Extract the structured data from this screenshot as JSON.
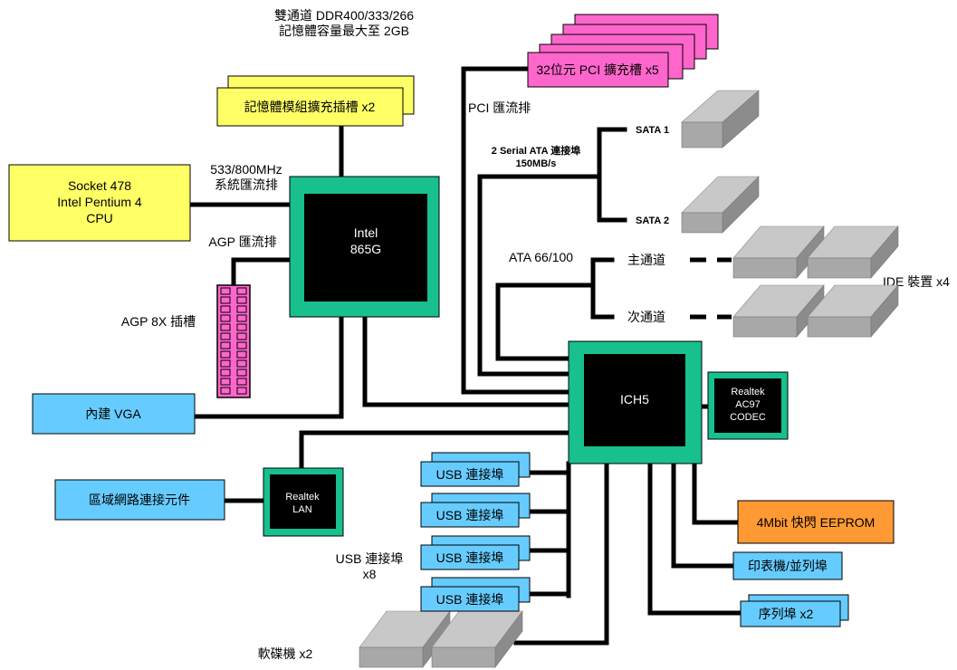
{
  "memory_note": {
    "line1": "雙通道 DDR400/333/266",
    "line2": "記憶體容量最大至 2GB"
  },
  "memory_slots": "記憶體模組擴充插槽 x2",
  "cpu": {
    "line1": "Socket 478",
    "line2": "Intel Pentium 4",
    "line3": "CPU"
  },
  "system_bus": {
    "line1": "533/800MHz",
    "line2": "系統匯流排"
  },
  "agp_bus": "AGP 匯流排",
  "agp_slot": "AGP 8X 插槽",
  "northbridge": {
    "line1": "Intel",
    "line2": "865G"
  },
  "vga": "內建 VGA",
  "lan_component": "區域網路連接元件",
  "lan_chip": {
    "line1": "Realtek",
    "line2": "LAN"
  },
  "pci_slots": "32位元 PCI 擴充槽 x5",
  "pci_bus": "PCI 匯流排",
  "sata_note": {
    "line1": "2 Serial ATA 連接埠",
    "line2": "150MB/s"
  },
  "sata1": "SATA 1",
  "sata2": "SATA 2",
  "ata": "ATA 66/100",
  "primary_channel": "主通道",
  "secondary_channel": "次通道",
  "ide_devices": "IDE 裝置 x4",
  "southbridge": "ICH5",
  "codec": {
    "line1": "Realtek",
    "line2": "AC97",
    "line3": "CODEC"
  },
  "usb_ports": [
    "USB 連接埠",
    "USB 連接埠",
    "USB 連接埠",
    "USB 連接埠"
  ],
  "usb_note": {
    "line1": "USB 連接埠",
    "line2": "x8"
  },
  "floppy": "軟碟機 x2",
  "eeprom": "4Mbit 快閃 EEPROM",
  "printer_port": "印表機/並列埠",
  "serial_port": "序列埠 x2",
  "colors": {
    "chip_green": "#18c08e",
    "chip_black": "#000000",
    "yellow": "#ffff66",
    "pink": "#ff66cc",
    "blue": "#66ccff",
    "orange": "#ff9933",
    "drive_gray": "#b3b3b3"
  }
}
